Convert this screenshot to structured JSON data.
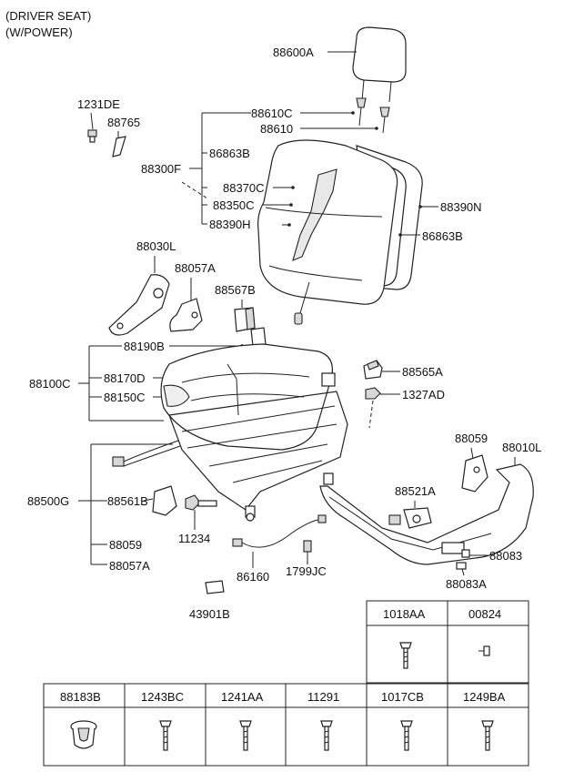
{
  "header": {
    "line1": "(DRIVER SEAT)",
    "line2": "(W/POWER)"
  },
  "callouts": {
    "c88600A": "88600A",
    "c1231DE": "1231DE",
    "c88765": "88765",
    "c88610C": "88610C",
    "c88610": "88610",
    "c86863B_top": "86863B",
    "c88300F": "88300F",
    "c88370C": "88370C",
    "c88350C": "88350C",
    "c88390H": "88390H",
    "c88390N": "88390N",
    "c86863B_right": "86863B",
    "c88030L": "88030L",
    "c88057A_top": "88057A",
    "c88567B": "88567B",
    "c88190B": "88190B",
    "c88565A": "88565A",
    "c88100C": "88100C",
    "c88170D": "88170D",
    "c88150C": "88150C",
    "c1327AD": "1327AD",
    "c88059_right": "88059",
    "c88010L": "88010L",
    "c88500G": "88500G",
    "c88561B": "88561B",
    "c88521A": "88521A",
    "c11234": "11234",
    "c88059_left": "88059",
    "c88083": "88083",
    "c88057A_left": "88057A",
    "c86160": "86160",
    "c1799JC": "1799JC",
    "c88083A": "88083A",
    "c43901B": "43901B"
  },
  "fastener_table_top": [
    "1018AA",
    "00824"
  ],
  "fastener_table_bottom": [
    "88183B",
    "1243BC",
    "1241AA",
    "11291",
    "1017CB",
    "1249BA"
  ]
}
